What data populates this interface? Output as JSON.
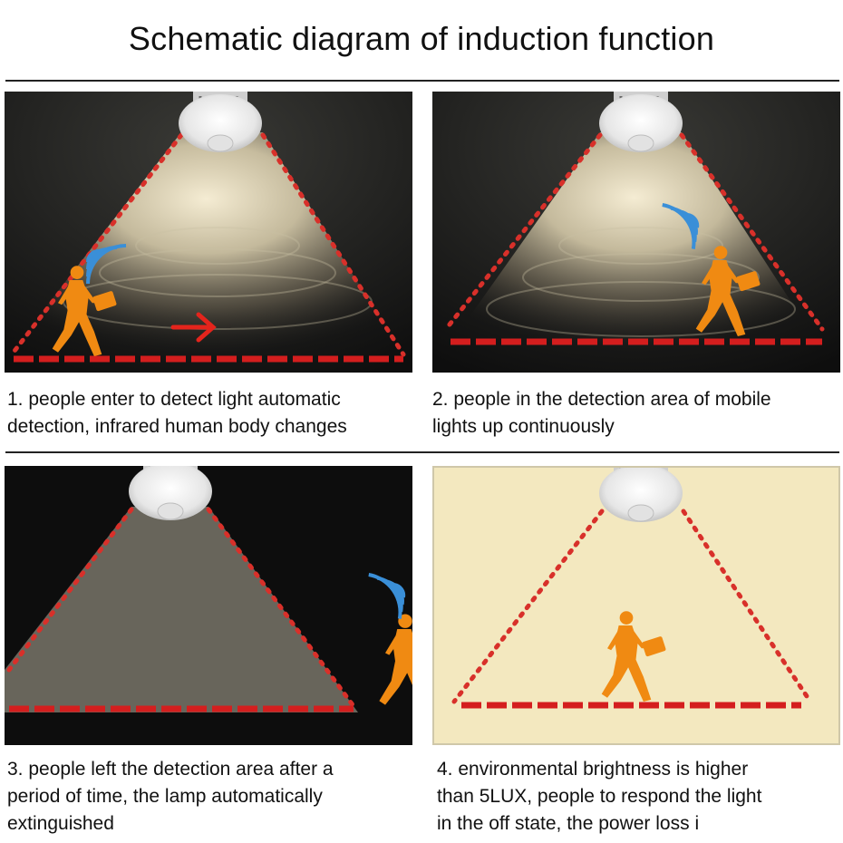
{
  "title": "Schematic diagram of induction function",
  "colors": {
    "detection_dots": "#d8302a",
    "floor_band": "#d41e1e",
    "person": "#f08a12",
    "sensor_waves": "#3a8fd8",
    "arrow": "#e4241c",
    "dark_background": "#141414",
    "daylight_background": "#f3e8bf"
  },
  "panels": [
    {
      "state": "lamp-on",
      "caption_lines": [
        "1. people enter to detect light automatic",
        "detection, infrared human body changes"
      ]
    },
    {
      "state": "lamp-on",
      "caption_lines": [
        "2. people in the detection area of mobile",
        "lights up continuously"
      ]
    },
    {
      "state": "lamp-off",
      "caption_lines": [
        "3. people left the detection area after a",
        "period of time, the lamp automatically",
        "extinguished"
      ]
    },
    {
      "state": "daylight",
      "caption_lines": [
        "4. environmental brightness is higher",
        "than 5LUX, people to respond the light",
        "in the off state, the power loss i"
      ]
    }
  ]
}
